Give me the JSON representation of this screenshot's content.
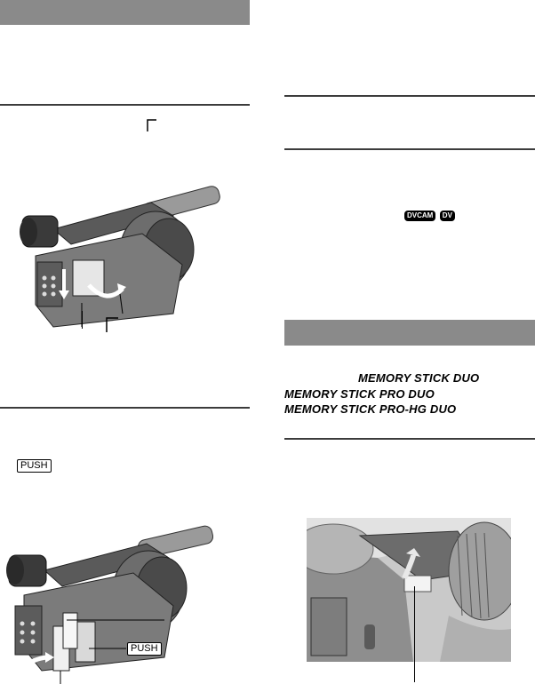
{
  "left": {
    "section_bar": "",
    "fig1": {
      "bracket_mark": "⌐"
    },
    "fig2": {
      "push_badge": "PUSH",
      "push_label": "PUSH"
    }
  },
  "right": {
    "format_badges": {
      "dvcam": "DVCAM",
      "dv": "DV"
    },
    "section_bar": "",
    "memory_stick": {
      "line1": "MEMORY STICK DUO",
      "line2": "MEMORY STICK PRO DUO",
      "line3": "MEMORY STICK PRO-HG DUO"
    }
  },
  "colors": {
    "bar": "#8a8a8a",
    "rule": "#3c3c3c"
  }
}
